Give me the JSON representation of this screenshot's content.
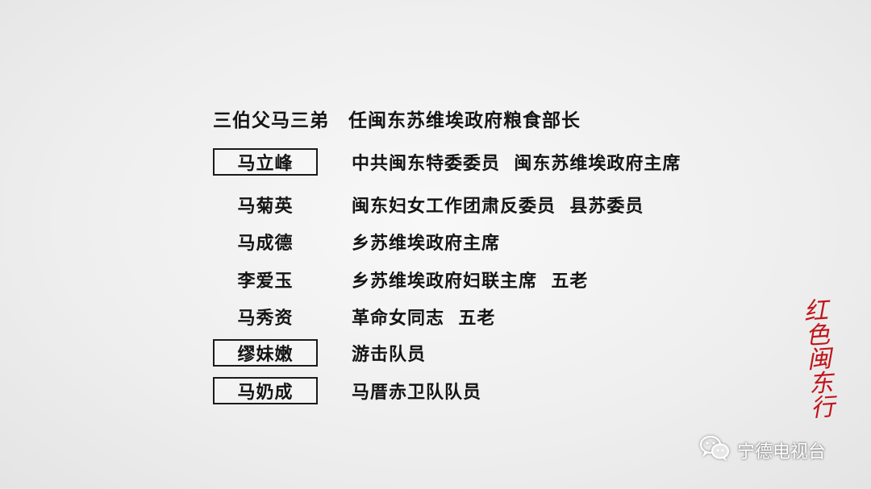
{
  "header": {
    "relation": "三伯父马三弟",
    "role": "任闽东苏维埃政府粮食部长"
  },
  "members": [
    {
      "name": "马立峰",
      "role": "中共闽东特委委员  闽东苏维埃政府主席",
      "boxed": true
    },
    {
      "name": "马菊英",
      "role": "闽东妇女工作团肃反委员  县苏委员",
      "boxed": false
    },
    {
      "name": "马成德",
      "role": "乡苏维埃政府主席",
      "boxed": false
    },
    {
      "name": "李爱玉",
      "role": "乡苏维埃政府妇联主席  五老",
      "boxed": false
    },
    {
      "name": "马秀资",
      "role": "革命女同志  五老",
      "boxed": false
    },
    {
      "name": "缪妹嫩",
      "role": "游击队员",
      "boxed": true
    },
    {
      "name": "马奶成",
      "role": "马厝赤卫队队员",
      "boxed": true
    }
  ],
  "seal": {
    "chars": [
      "红",
      "色",
      "闽",
      "东",
      "行"
    ],
    "color": "#c0141b"
  },
  "watermark": {
    "icon": "wechat-icon",
    "text": "宁德电视台"
  }
}
